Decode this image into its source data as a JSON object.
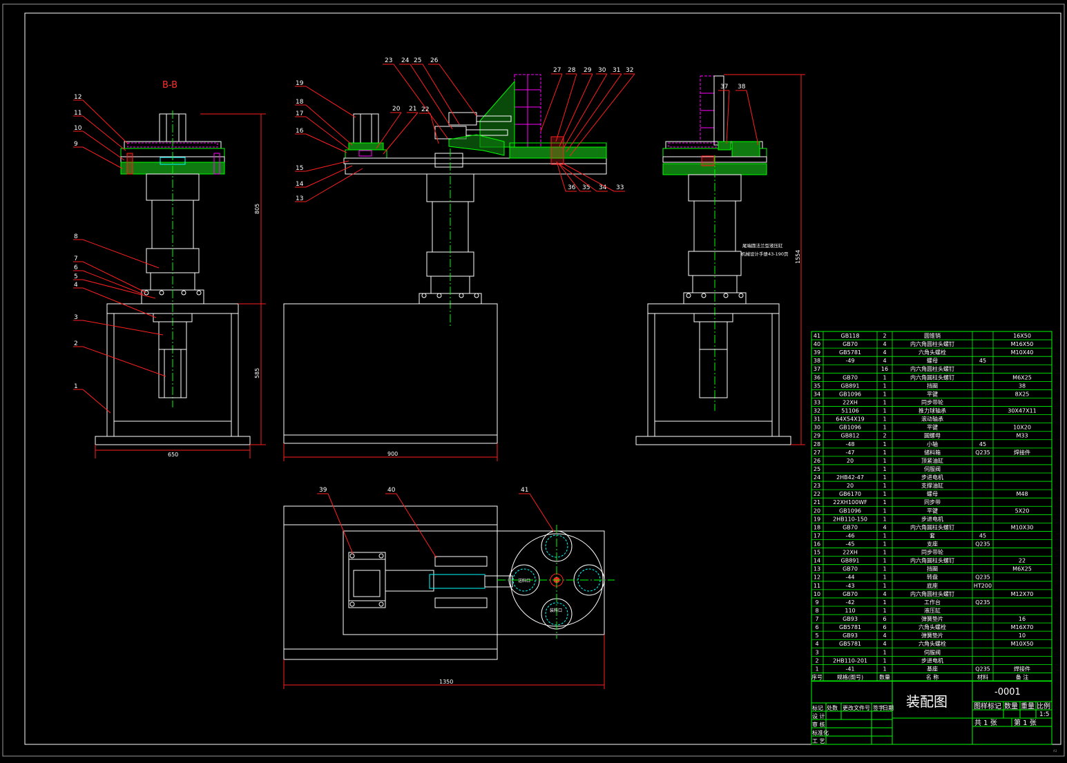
{
  "section_title": "B-B",
  "note_lines": [
    "尾端圆法兰型液压缸",
    "机械设计手册43-190页"
  ],
  "title_block": {
    "drawing_name": "装配图",
    "drawing_number": "-0001",
    "headers": [
      "图样标记",
      "数量",
      "重量",
      "比例"
    ],
    "scale": "1:5",
    "sheets_total": "共 1 张",
    "sheet_no": "第 1 张",
    "sign_cols": [
      "标记",
      "处数",
      "更改文件号",
      "签字",
      "日期"
    ],
    "sign_rows": [
      "设 计",
      "审 核",
      "标准化",
      "工 艺"
    ]
  },
  "bom_header": [
    "序号",
    "规格(图号)",
    "数量",
    "名 称",
    "材料",
    "备 注"
  ],
  "bom": [
    [
      "41",
      "GB118",
      "2",
      "圆锥销",
      "",
      "16X50"
    ],
    [
      "40",
      "GB70",
      "4",
      "内六角圆柱头螺钉",
      "",
      "M16X50"
    ],
    [
      "39",
      "GB5781",
      "4",
      "六角头螺栓",
      "",
      "M10X40"
    ],
    [
      "38",
      "-49",
      "4",
      "螺母",
      "45",
      ""
    ],
    [
      "37",
      "",
      "16",
      "内六角圆柱头螺钉",
      "",
      ""
    ],
    [
      "36",
      "GB70",
      "1",
      "内六角圆柱头螺钉",
      "",
      "M6X25"
    ],
    [
      "35",
      "GB891",
      "1",
      "挡圈",
      "",
      "38"
    ],
    [
      "34",
      "GB1096",
      "1",
      "平键",
      "",
      "8X25"
    ],
    [
      "33",
      "22XH",
      "1",
      "同步带轮",
      "",
      ""
    ],
    [
      "32",
      "51106",
      "1",
      "推力球轴承",
      "",
      "30X47X11"
    ],
    [
      "31",
      "64X54X19",
      "1",
      "滚动轴承",
      "",
      ""
    ],
    [
      "30",
      "GB1096",
      "1",
      "平键",
      "",
      "10X20"
    ],
    [
      "29",
      "GB812",
      "2",
      "圆螺母",
      "",
      "M33"
    ],
    [
      "28",
      "-48",
      "1",
      "小轴",
      "45",
      ""
    ],
    [
      "27",
      "-47",
      "1",
      "储料箱",
      "Q235",
      "焊接件"
    ],
    [
      "26",
      "20",
      "1",
      "顶紧油缸",
      "",
      ""
    ],
    [
      "25",
      "",
      "1",
      "伺服阀",
      "",
      ""
    ],
    [
      "24",
      "2HB42-47",
      "1",
      "步进电机",
      "",
      ""
    ],
    [
      "23",
      "20",
      "1",
      "支撑油缸",
      "",
      ""
    ],
    [
      "22",
      "GB6170",
      "1",
      "螺母",
      "",
      "M48"
    ],
    [
      "21",
      "22XH100WF",
      "1",
      "同步带",
      "",
      ""
    ],
    [
      "20",
      "GB1096",
      "1",
      "平键",
      "",
      "5X20"
    ],
    [
      "19",
      "2HB110-150",
      "1",
      "步进电机",
      "",
      ""
    ],
    [
      "18",
      "GB70",
      "4",
      "内六角圆柱头螺钉",
      "",
      "M10X30"
    ],
    [
      "17",
      "-46",
      "1",
      "套",
      "45",
      ""
    ],
    [
      "16",
      "-45",
      "1",
      "支座",
      "Q235",
      ""
    ],
    [
      "15",
      "22XH",
      "1",
      "同步带轮",
      "",
      ""
    ],
    [
      "14",
      "GB891",
      "1",
      "内六角圆柱头螺钉",
      "",
      "22"
    ],
    [
      "13",
      "GB70",
      "1",
      "挡圈",
      "",
      "M6X25"
    ],
    [
      "12",
      "-44",
      "1",
      "转盘",
      "Q235",
      ""
    ],
    [
      "11",
      "-43",
      "1",
      "底座",
      "HT200",
      ""
    ],
    [
      "10",
      "GB70",
      "4",
      "内六角圆柱头螺钉",
      "",
      "M12X70"
    ],
    [
      "9",
      "-42",
      "1",
      "工作台",
      "Q235",
      ""
    ],
    [
      "8",
      "110",
      "1",
      "液压缸",
      "",
      ""
    ],
    [
      "7",
      "GB93",
      "6",
      "弹簧垫片",
      "",
      "16"
    ],
    [
      "6",
      "GB5781",
      "6",
      "六角头螺栓",
      "",
      "M16X70"
    ],
    [
      "5",
      "GB93",
      "4",
      "弹簧垫片",
      "",
      "10"
    ],
    [
      "4",
      "GB5781",
      "4",
      "六角头螺栓",
      "",
      "M10X50"
    ],
    [
      "3",
      "",
      "1",
      "伺服阀",
      "",
      ""
    ],
    [
      "2",
      "2HB110-201",
      "1",
      "步进电机",
      "",
      ""
    ],
    [
      "1",
      "-41",
      "1",
      "基座",
      "Q235",
      "焊接件"
    ]
  ],
  "left_callouts": [
    "12",
    "11",
    "10",
    "9",
    "8",
    "7",
    "6",
    "5",
    "4",
    "3",
    "2",
    "1"
  ],
  "front_left_callouts": [
    "19",
    "18",
    "17",
    "16",
    "15",
    "14",
    "13"
  ],
  "front_top_callouts": [
    "23",
    "24",
    "25",
    "26",
    "20",
    "21",
    "22",
    "27",
    "28",
    "29",
    "30",
    "31",
    "32"
  ],
  "front_bottom_callouts": [
    "36",
    "35",
    "34",
    "33"
  ],
  "side_callouts": [
    "37",
    "38"
  ],
  "plan_callouts": [
    "39",
    "40",
    "41"
  ],
  "dims": {
    "left_width": "650",
    "left_upper": "805",
    "left_lower": "585",
    "front_width": "900",
    "plan_width": "1350",
    "side_height": "1554"
  },
  "plan_labels": [
    "送料口",
    "装料口"
  ],
  "corner_mark": "A3",
  "colors": {
    "outline": "#ffffff",
    "green": "#00ff00",
    "red": "#ff2020",
    "magenta": "#ff00ff",
    "yellow": "#ffff00",
    "cyan": "#00ffff",
    "title_red": "#ff3030"
  }
}
